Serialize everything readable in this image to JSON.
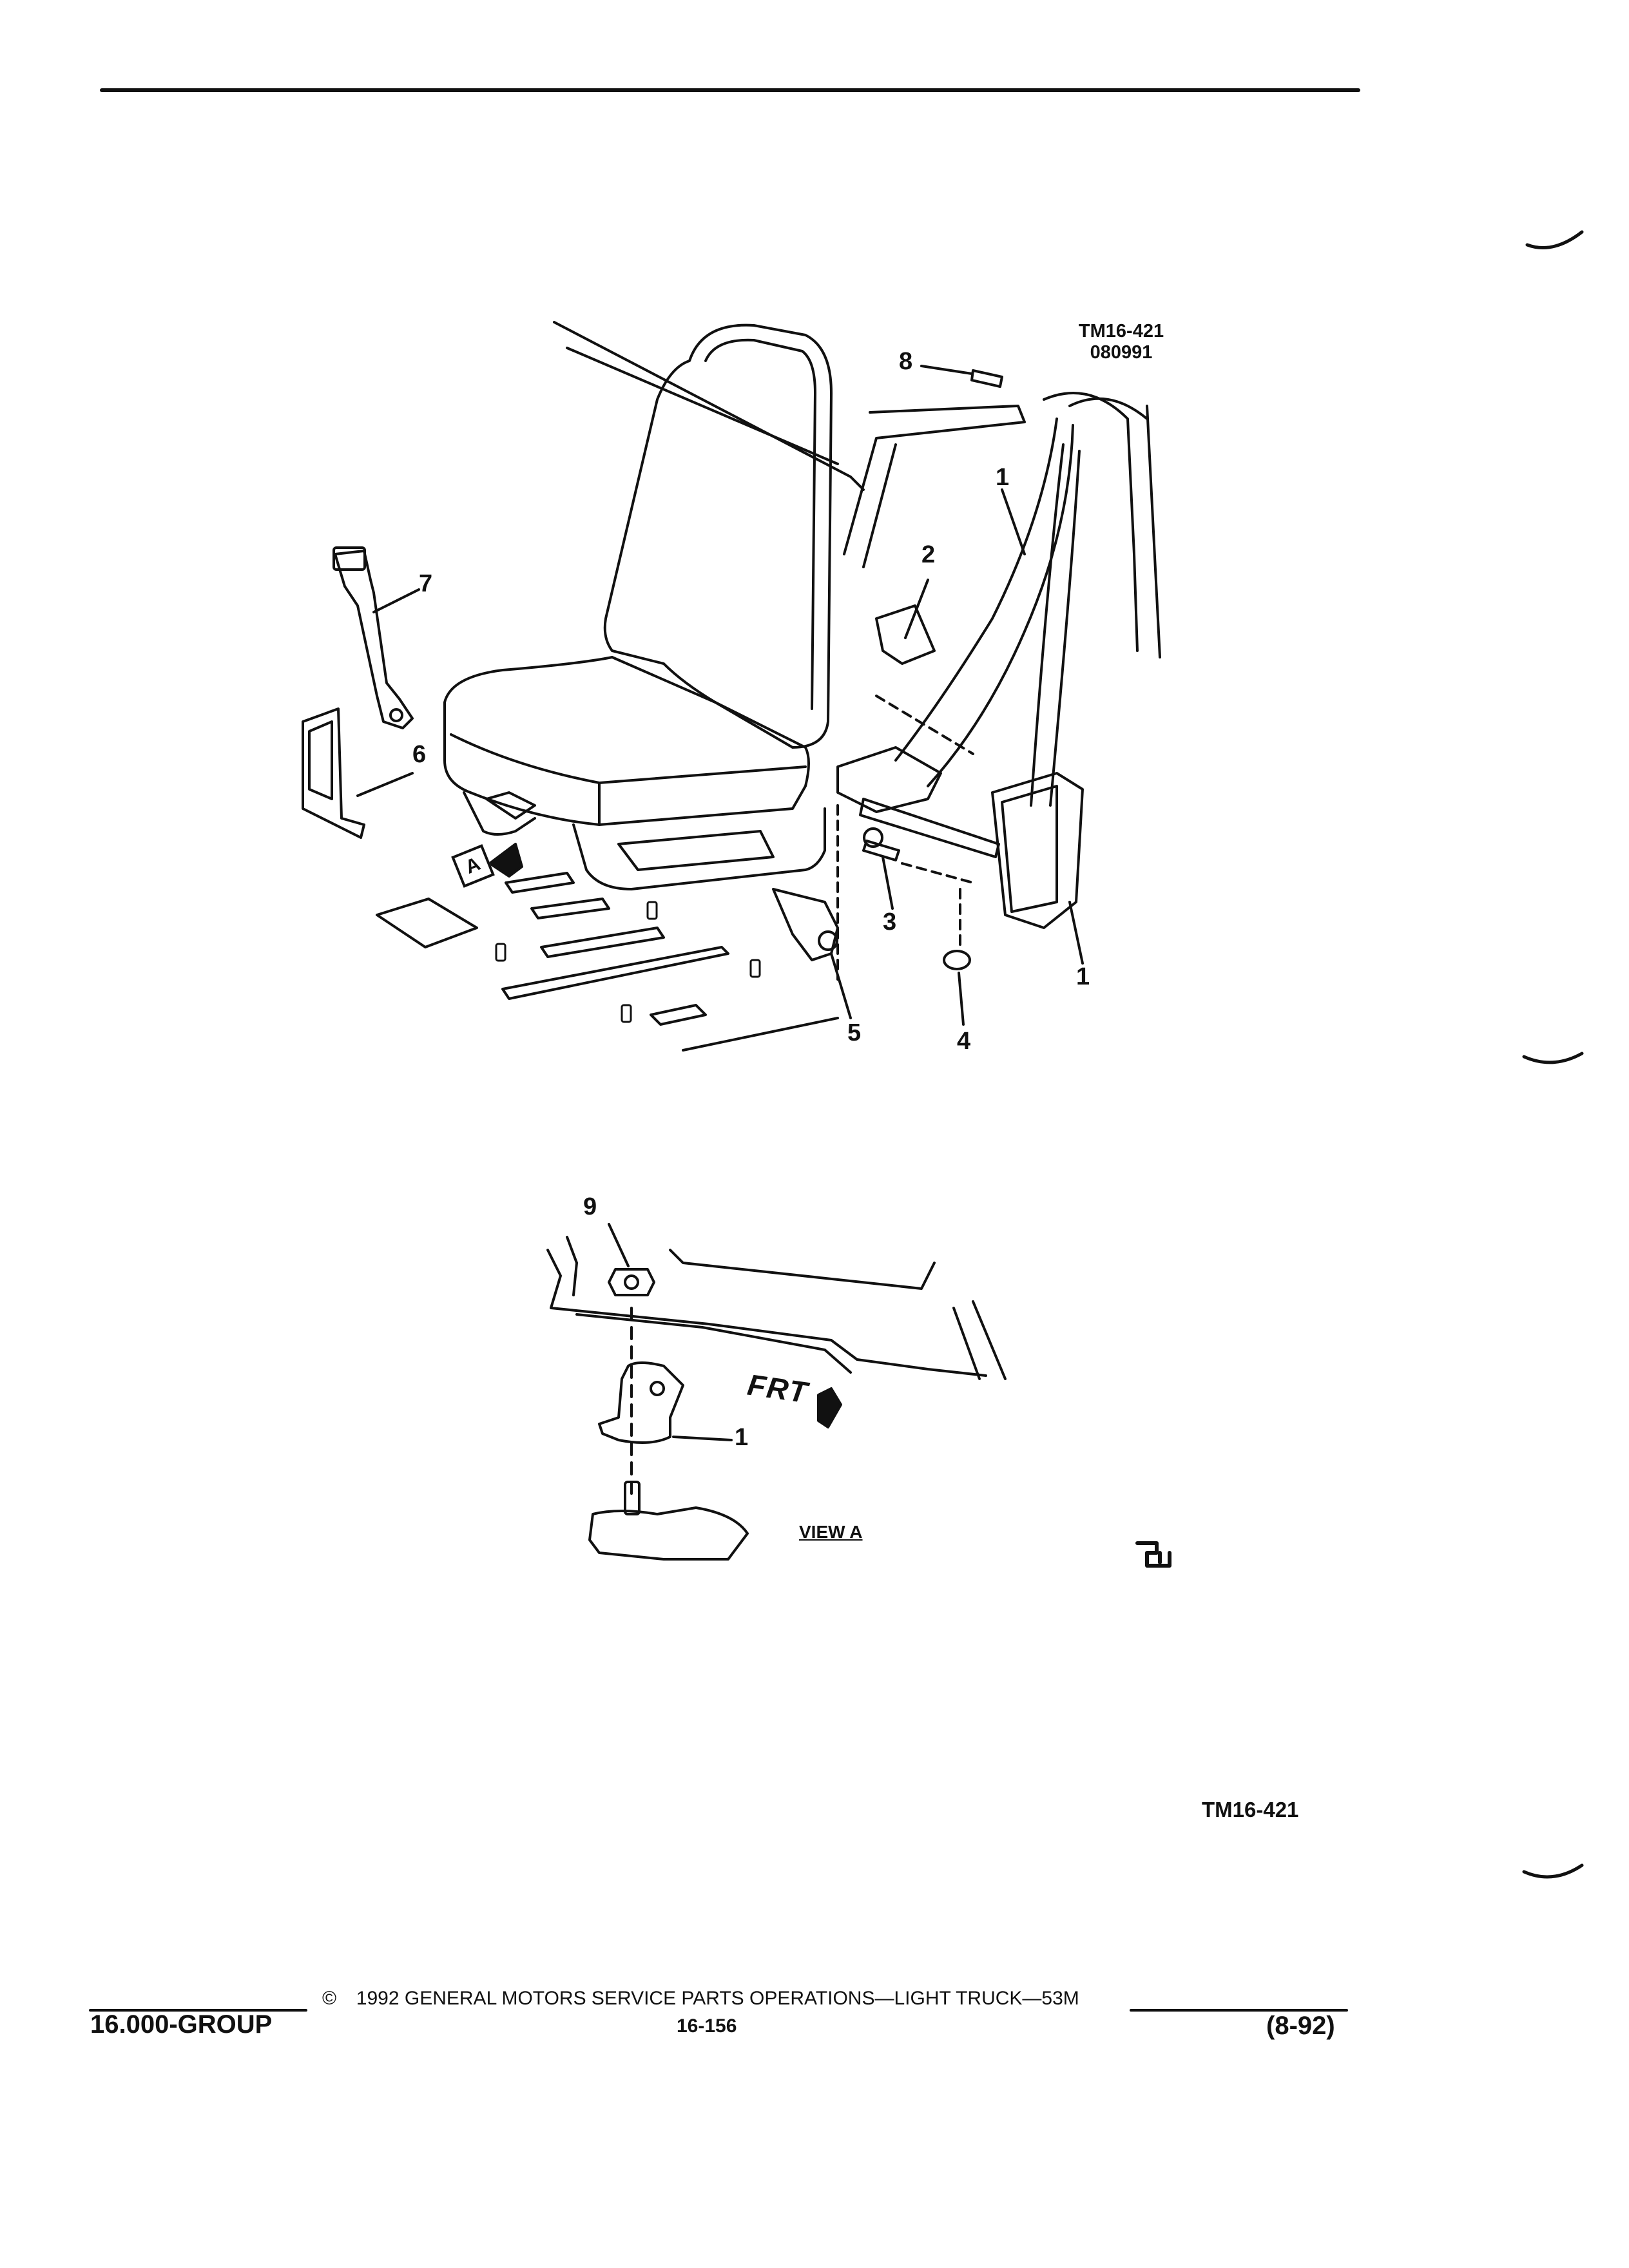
{
  "figure": {
    "drawing_code": "TM16-421",
    "drawing_date": "080991",
    "callouts": [
      "8",
      "1",
      "2",
      "7",
      "6",
      "3",
      "1",
      "4",
      "5"
    ],
    "view_a": {
      "callouts": [
        "9",
        "1"
      ],
      "front_label": "FRT",
      "view_label": "VIEW A"
    },
    "view_marker": "A",
    "bottom_code": "TM16-421"
  },
  "footer": {
    "group": "16.000-GROUP",
    "copyright_symbol": "©",
    "copyright_text": "1992 GENERAL MOTORS SERVICE PARTS OPERATIONS—LIGHT TRUCK—53M",
    "page_number": "16-156",
    "revision": "(8-92)"
  }
}
